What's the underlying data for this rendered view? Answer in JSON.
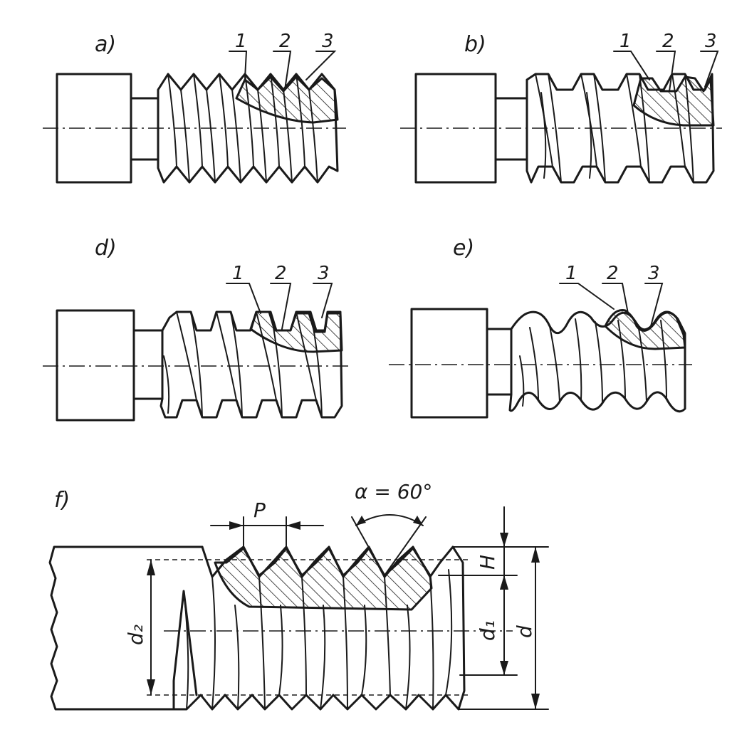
{
  "panels": [
    {
      "id": "a",
      "label": "a)",
      "callouts": [
        "1",
        "2",
        "3"
      ]
    },
    {
      "id": "b",
      "label": "b)",
      "callouts": [
        "1",
        "2",
        "3"
      ]
    },
    {
      "id": "d",
      "label": "d)",
      "callouts": [
        "1",
        "2",
        "3"
      ]
    },
    {
      "id": "e",
      "label": "e)",
      "callouts": [
        "1",
        "2",
        "3"
      ]
    },
    {
      "id": "f",
      "label": "f)"
    }
  ],
  "dimensions": {
    "pitch": "P",
    "angle": "α = 60°",
    "depth": "H",
    "minor": "d₁",
    "pitch_diameter": "d₂",
    "major": "d"
  },
  "colors": {
    "ink": "#1a1a1a",
    "paper": "#ffffff"
  }
}
